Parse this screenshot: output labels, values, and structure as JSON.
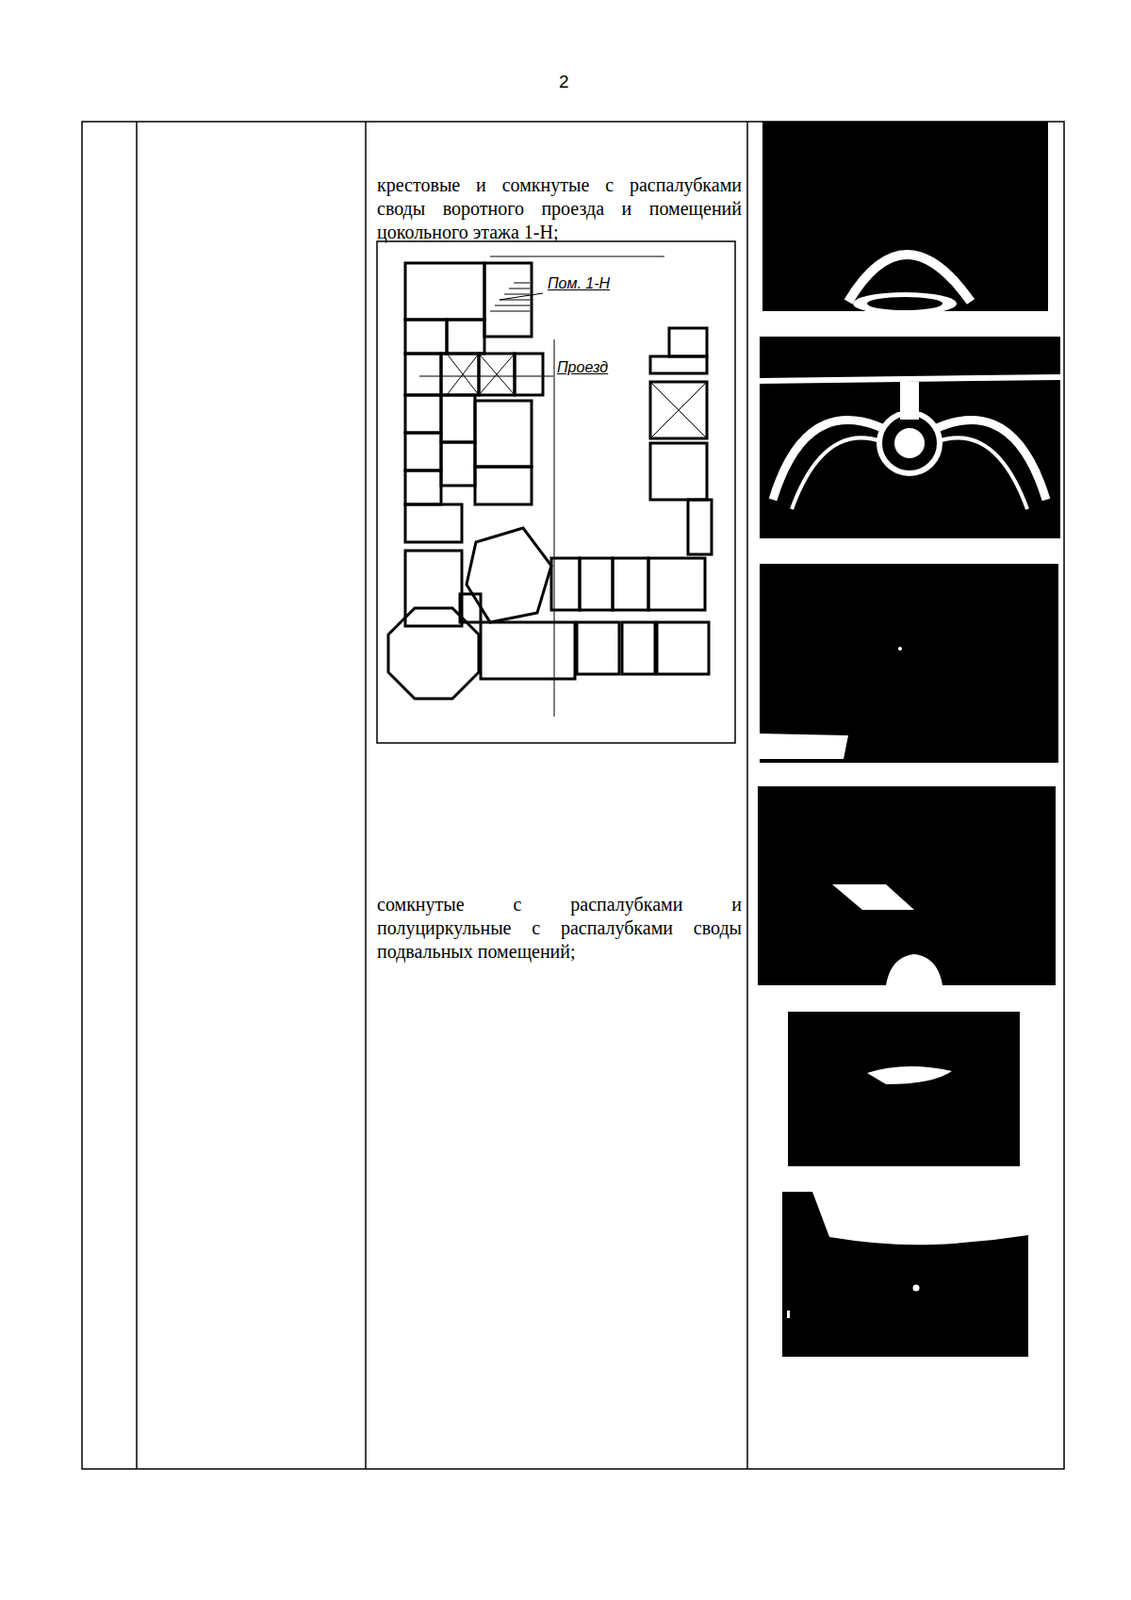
{
  "diagram": {
    "labels": [
      "2",
      "крестовые и сомкнутые с распалубками своды воротного проезда и помещений цокольного этажа 1-Н;",
      "Пом. 1-Н",
      "Проезд",
      "сомкнутые с распалубками и полуциркульные с распалубками своды подвальных помещений;"
    ]
  }
}
